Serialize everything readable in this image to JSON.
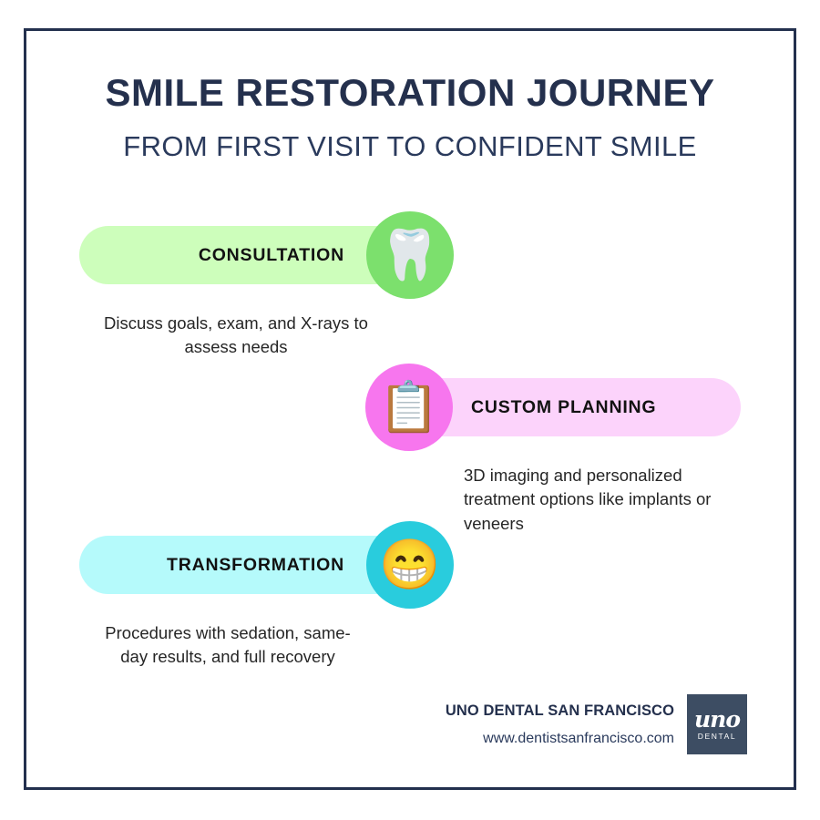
{
  "poster": {
    "background_color": "#ffffff",
    "frame_color": "#23304e"
  },
  "header": {
    "title": "SMILE RESTORATION JOURNEY",
    "subtitle": "FROM FIRST VISIT TO CONFIDENT SMILE",
    "title_color": "#24304d"
  },
  "steps": [
    {
      "label": "CONSULTATION",
      "description": "Discuss goals, exam, and X-rays to assess needs",
      "icon": "tooth-icon",
      "icon_glyph": "🦷",
      "pill_color": "#cdfebb",
      "badge_color": "#7ce06d"
    },
    {
      "label": "CUSTOM PLANNING",
      "description": "3D imaging and personalized treatment options like implants or veneers",
      "icon": "clipboard-icon",
      "icon_glyph": "📋",
      "pill_color": "#fcd3fb",
      "badge_color": "#f776ee"
    },
    {
      "label": "TRANSFORMATION",
      "description": "Procedures with sedation, same-day results, and full recovery",
      "icon": "grinning-face-icon",
      "icon_glyph": "😁",
      "pill_color": "#b5fafb",
      "badge_color": "#29ccdd"
    }
  ],
  "footer": {
    "brand_name": "UNO DENTAL SAN FRANCISCO",
    "website": "www.dentistsanfrancisco.com",
    "logo": {
      "mark": "uno",
      "subtitle": "DENTAL",
      "background_color": "#3d4d63"
    }
  }
}
